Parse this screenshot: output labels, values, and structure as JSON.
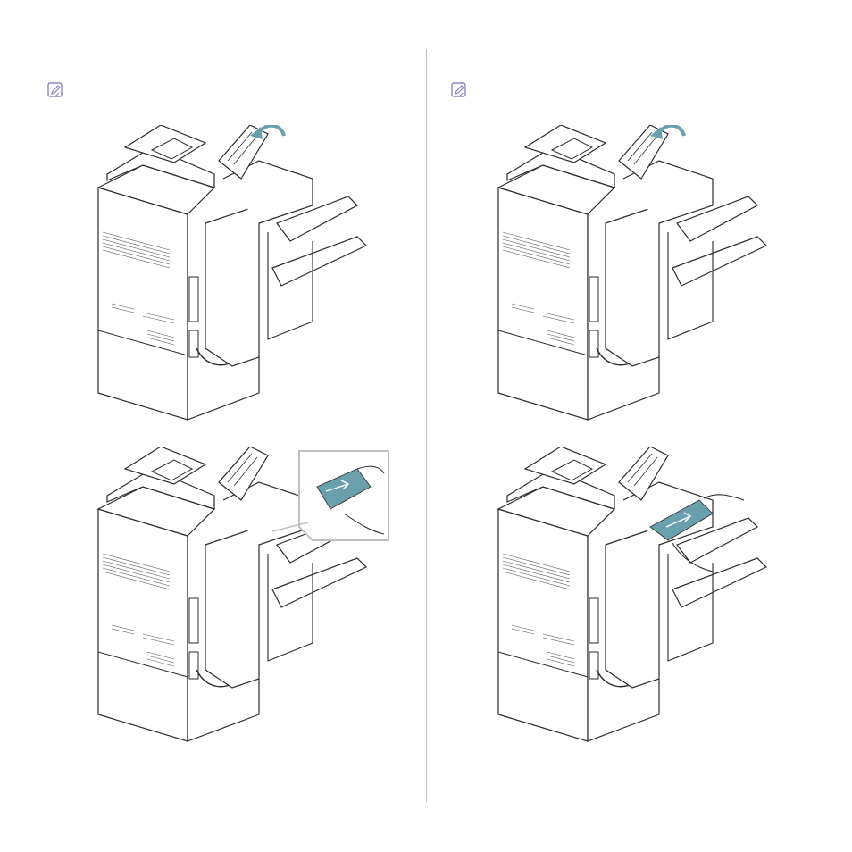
{
  "page": {
    "layout": "two-column",
    "columns": [
      {
        "note_icon": "note-pencil-icon",
        "figures": [
          {
            "id": "fig-1",
            "description_icon": "printer-finisher-cover-open-icon",
            "arrow": "open-cover-arrow"
          },
          {
            "id": "fig-2",
            "description_icon": "printer-jam-removal-zoom-icon",
            "arrow": "pull-paper-arrow"
          }
        ]
      },
      {
        "note_icon": "note-pencil-icon",
        "figures": [
          {
            "id": "fig-3",
            "description_icon": "printer-finisher-cover-open-icon",
            "arrow": "open-cover-arrow"
          },
          {
            "id": "fig-4",
            "description_icon": "printer-jam-removal-hands-icon",
            "arrow": "pull-paper-arrow"
          }
        ]
      }
    ],
    "colors": {
      "line": "#2b2b2b",
      "accent": "#6aa0ad",
      "note_icon": "#8a86c4",
      "divider": "#bfbfbf"
    }
  }
}
